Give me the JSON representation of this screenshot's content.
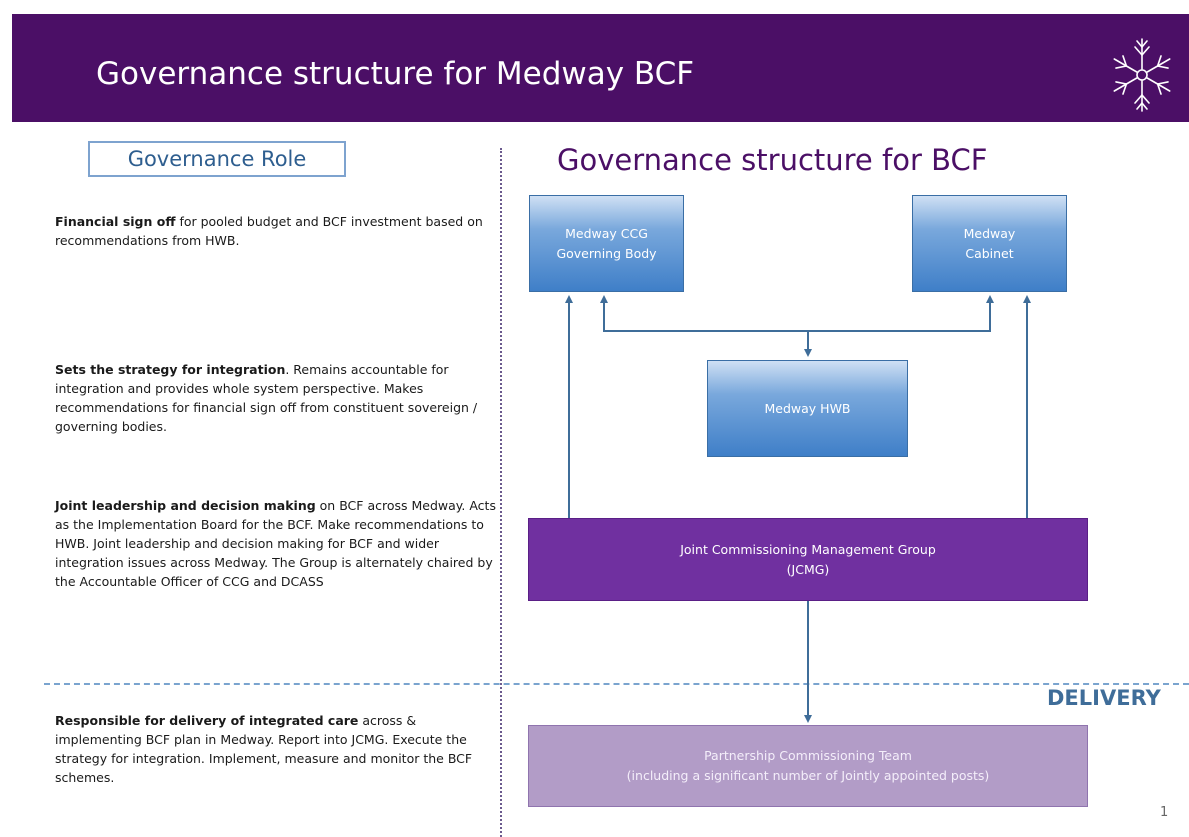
{
  "banner": {
    "title": "Governance structure for Medway BCF"
  },
  "left": {
    "role_heading": "Governance Role",
    "items": [
      {
        "bold": "Financial sign off",
        "text": " for pooled budget and BCF investment based on recommendations from HWB."
      },
      {
        "bold": "Sets the strategy for integration",
        "text": ". Remains accountable for integration and provides whole system perspective. Makes recommendations for financial sign off from constituent sovereign / governing bodies."
      },
      {
        "bold": "Joint leadership and decision making",
        "text": " on BCF across Medway. Acts as the Implementation Board for the BCF. Make recommendations to HWB. Joint leadership and decision making for BCF and wider integration issues across Medway. The Group is alternately chaired by the Accountable Officer of CCG and DCASS"
      },
      {
        "bold": "Responsible for delivery of integrated care",
        "text": " across & implementing BCF plan in Medway. Report into JCMG. Execute the strategy for integration. Implement, measure and monitor the BCF schemes."
      }
    ]
  },
  "diagram": {
    "title": "Governance structure for BCF",
    "nodes": {
      "ccg": {
        "line1": "Medway CCG",
        "line2": "Governing Body"
      },
      "cabinet": {
        "line1": "Medway",
        "line2": "Cabinet"
      },
      "hwb": {
        "line1": "Medway HWB"
      },
      "jcmg": {
        "line1": "Joint Commissioning Management Group",
        "line2": "(JCMG)"
      },
      "pct": {
        "line1": "Partnership Commissioning Team",
        "line2": "(including a significant number of Jointly appointed posts)"
      }
    },
    "delivery_label": "DELIVERY"
  },
  "page_number": "1",
  "colors": {
    "banner": "#4b0f66",
    "blue_node": "#4f8ad0",
    "jcmg": "#7030a0",
    "pct": "#b29cc7",
    "arrow": "#3f6d99"
  },
  "icons": [
    "snowflake-logo"
  ]
}
